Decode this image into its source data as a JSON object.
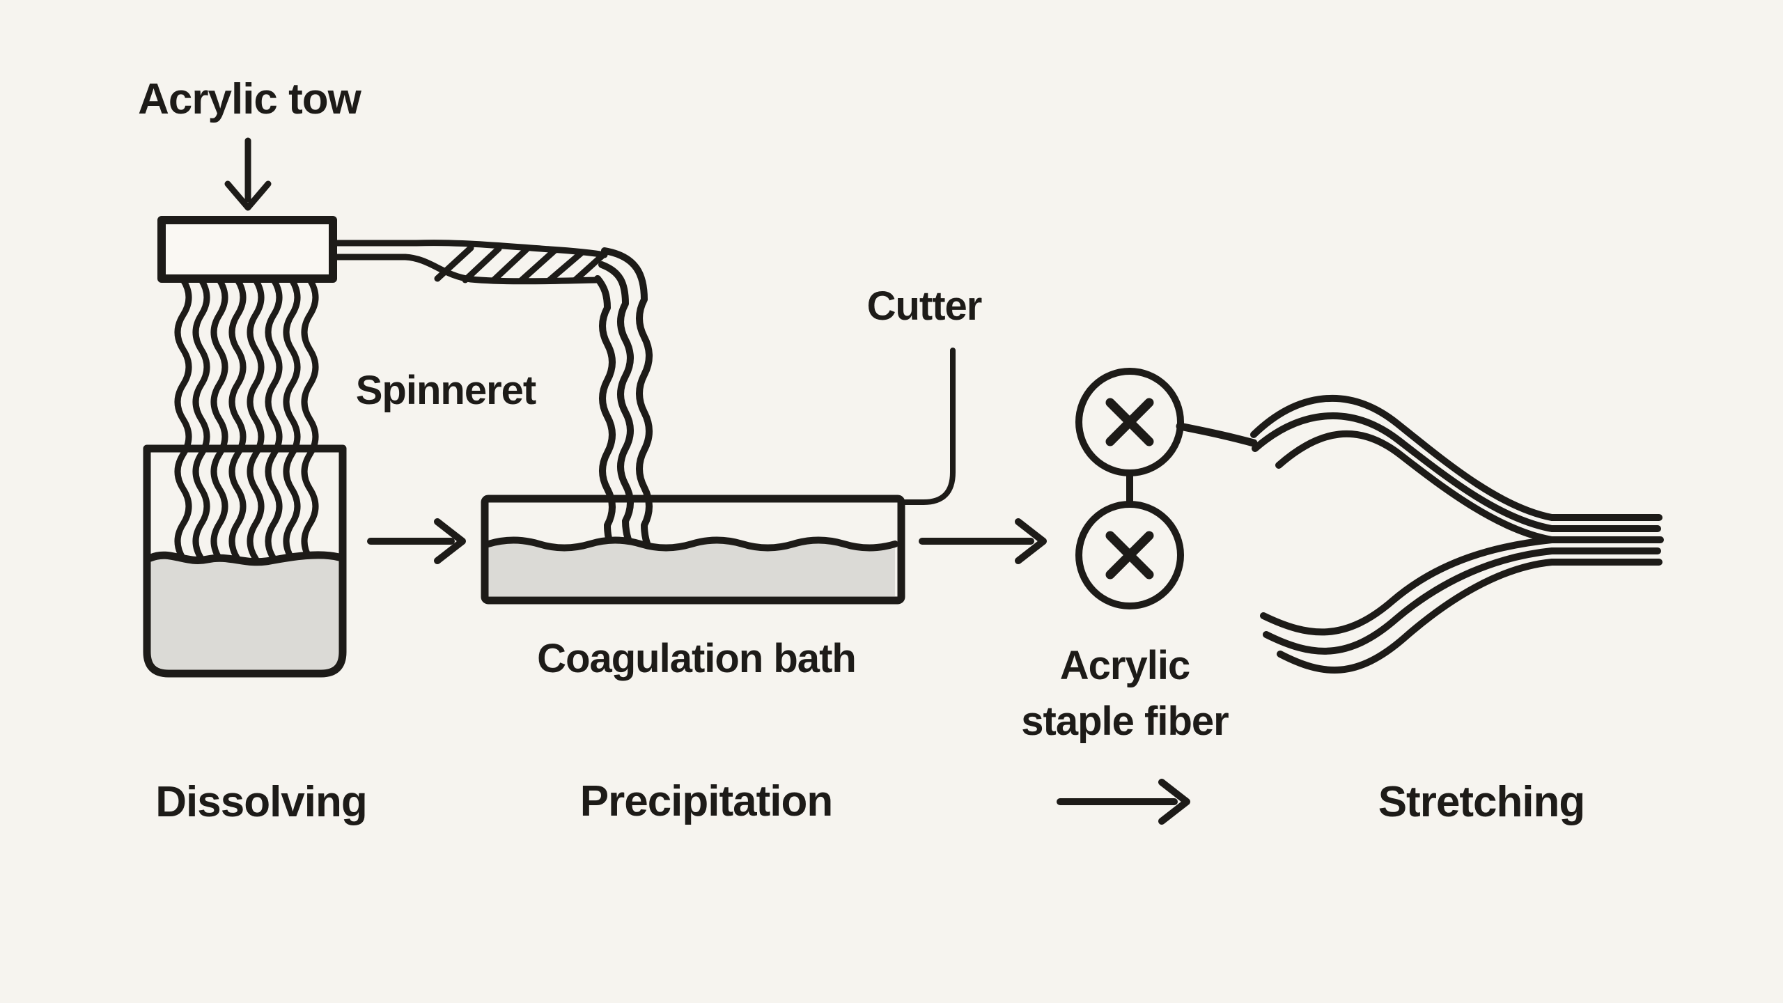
{
  "diagram": {
    "colors": {
      "background": "#f6f4ef",
      "line": "#1d1b18",
      "liquid": "#dbdad6"
    },
    "labels": {
      "acrylic_tow": "Acrylic tow",
      "spinneret": "Spinneret",
      "cutter": "Cutter",
      "coagulation_bath": "Coagulation bath",
      "acrylic_staple_fiber_line1": "Acrylic",
      "acrylic_staple_fiber_line2": "staple fiber",
      "dissolving": "Dissolving",
      "precipitation": "Precipitation",
      "stretching": "Stretching"
    },
    "stages": [
      "Dissolving",
      "Precipitation",
      "Stretching"
    ]
  }
}
